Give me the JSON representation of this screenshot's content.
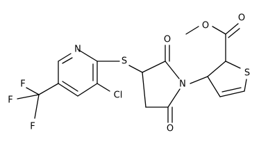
{
  "molecule": {
    "atoms": {
      "N_pyridine": "N",
      "S_thioether": "S",
      "Cl": "Cl",
      "F_1": "F",
      "F_2": "F",
      "F_3": "F",
      "O_carbonyl_top": "O",
      "O_carbonyl_bottom": "O",
      "N_imide": "N",
      "S_thiophene": "S",
      "O_ester_carbonyl": "O",
      "O_ester_ether": "O"
    }
  },
  "colors": {
    "bond": "#000000",
    "label": "#000000",
    "background": "#ffffff"
  }
}
